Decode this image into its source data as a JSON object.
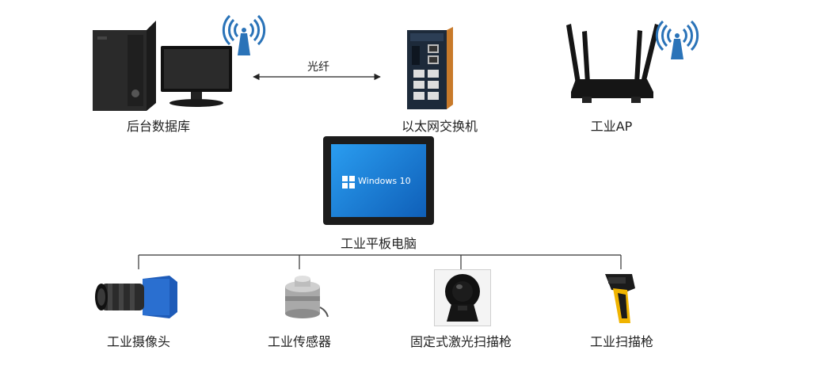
{
  "top_nodes": [
    {
      "id": "server",
      "label": "后台数据库",
      "icon": "desktop-computer-icon"
    },
    {
      "id": "switch",
      "label": "以太网交换机",
      "icon": "ethernet-switch-icon"
    },
    {
      "id": "ap",
      "label": "工业AP",
      "icon": "wireless-router-icon"
    }
  ],
  "link": {
    "label": "光纤"
  },
  "center": {
    "label": "工业平板电脑",
    "screen_text": "Windows 10",
    "icon": "tablet-pc-icon"
  },
  "bottom_nodes": [
    {
      "id": "camera",
      "label": "工业摄像头",
      "icon": "industrial-camera-icon"
    },
    {
      "id": "sensor",
      "label": "工业传感器",
      "icon": "load-sensor-icon"
    },
    {
      "id": "laser",
      "label": "固定式激光扫描枪",
      "icon": "laser-scanner-icon"
    },
    {
      "id": "handheld",
      "label": "工业扫描枪",
      "icon": "handheld-scanner-icon"
    }
  ],
  "colors": {
    "wifi": "#2a73b8",
    "screen": "#1a7fd6",
    "camera_body": "#1e5bb8",
    "scanner_yellow": "#f0b400"
  }
}
